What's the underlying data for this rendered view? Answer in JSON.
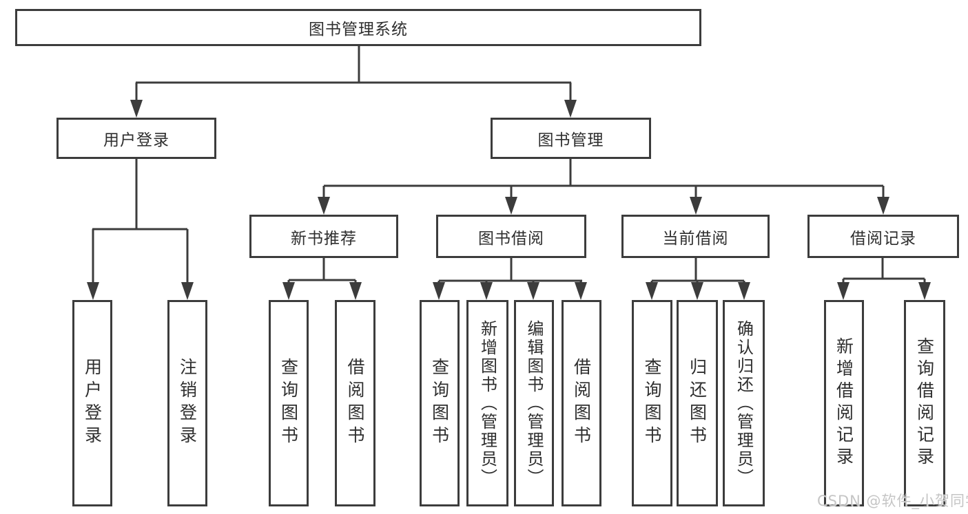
{
  "title": "图书管理系统",
  "watermark": "CSDN @软件_小贺同学",
  "colors": {
    "line": "#3c3c3c",
    "box_border": "#3c3c3c",
    "text": "#2e2e2e",
    "background": "#ffffff",
    "watermark": "#c0c0c0"
  },
  "nodes": {
    "root": {
      "label": "图书管理系统"
    },
    "user_login": {
      "label": "用户登录"
    },
    "book_mgmt": {
      "label": "图书管理"
    },
    "new_book_rec": {
      "label": "新书推荐"
    },
    "book_borrow": {
      "label": "图书借阅"
    },
    "current_borrow": {
      "label": "当前借阅"
    },
    "borrow_records": {
      "label": "借阅记录"
    },
    "leaf_user_login": {
      "label": "用户登录"
    },
    "leaf_logout": {
      "label": "注销登录"
    },
    "leaf_query_books_rec": {
      "label": "查询图书"
    },
    "leaf_borrow_books_rec": {
      "label": "借阅图书"
    },
    "leaf_query_books_borrow": {
      "label": "查询图书"
    },
    "leaf_add_books": {
      "label": "新增图书（管理员）"
    },
    "leaf_edit_books": {
      "label": "编辑图书（管理员）"
    },
    "leaf_borrow_books": {
      "label": "借阅图书"
    },
    "leaf_query_books_current": {
      "label": "查询图书"
    },
    "leaf_return_books": {
      "label": "归还图书"
    },
    "leaf_confirm_return": {
      "label": "确认归还（管理员）"
    },
    "leaf_add_borrow_record": {
      "label": "新增借阅记录"
    },
    "leaf_query_borrow_record": {
      "label": "查询借阅记录"
    }
  },
  "hierarchy": {
    "图书管理系统": {
      "用户登录": [
        "用户登录",
        "注销登录"
      ],
      "图书管理": {
        "新书推荐": [
          "查询图书",
          "借阅图书"
        ],
        "图书借阅": [
          "查询图书",
          "新增图书（管理员）",
          "编辑图书（管理员）",
          "借阅图书"
        ],
        "当前借阅": [
          "查询图书",
          "归还图书",
          "确认归还（管理员）"
        ],
        "借阅记录": [
          "新增借阅记录",
          "查询借阅记录"
        ]
      }
    }
  }
}
